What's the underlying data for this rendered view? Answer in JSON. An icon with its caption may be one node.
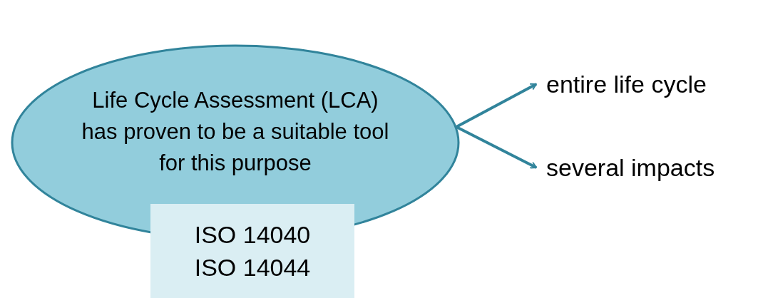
{
  "diagram": {
    "nodes": [
      {
        "text": [
          "Life Cycle Assessment (LCA) has proven to be a suitable tool for this purpose"
        ]
      },
      {
        "text": [
          "ISO 14040",
          "ISO 14044"
        ]
      },
      {
        "text": [
          "entire life cycle"
        ]
      },
      {
        "text": [
          "several impacts"
        ]
      }
    ],
    "edges": [
      {
        "from": 0,
        "to": 2,
        "arrow": "to"
      },
      {
        "from": 0,
        "to": 3,
        "arrow": "to"
      }
    ]
  }
}
